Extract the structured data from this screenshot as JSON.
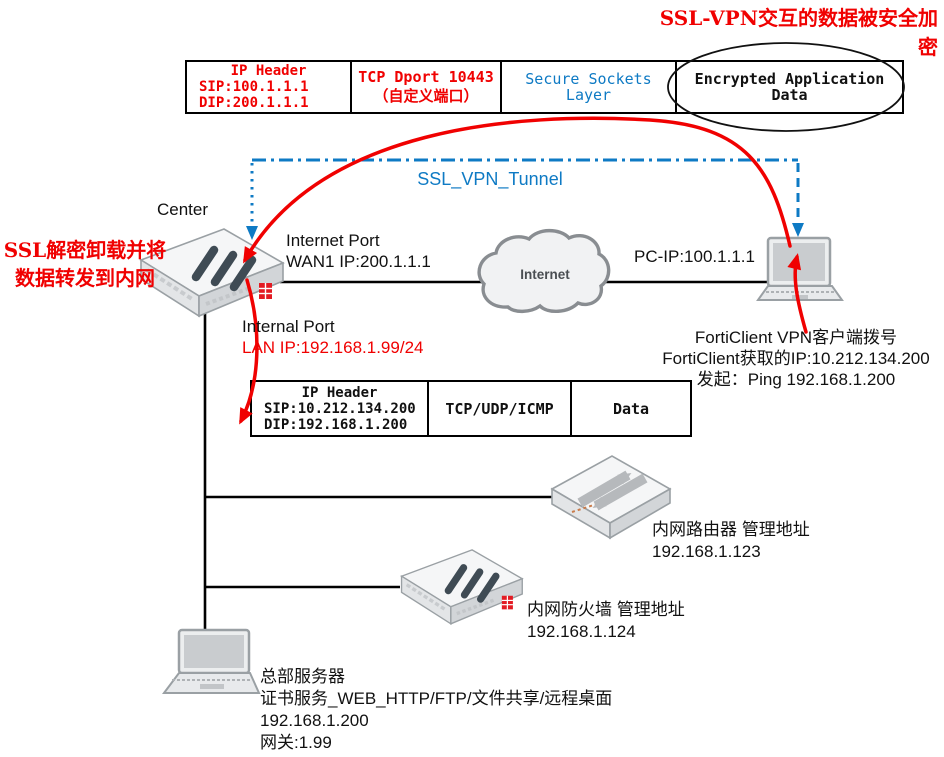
{
  "colors": {
    "accent_red": "#f00101",
    "tunnel_blue": "#0e7ac4",
    "logo_red": "#e31b23"
  },
  "title": "SSL-VPN交互的数据被安全加密",
  "encrypted_packet": {
    "ip_header": [
      "IP Header",
      "SIP:100.1.1.1",
      "DIP:200.1.1.1"
    ],
    "tcp": [
      "TCP Dport 10443",
      "（自定义端口）"
    ],
    "ssl": "Secure Sockets Layer",
    "data": "Encrypted Application Data"
  },
  "tunnel_label": "SSL_VPN_Tunnel",
  "center_firewall": {
    "name": "Center",
    "internet_port": [
      "Internet Port",
      "WAN1 IP:200.1.1.1"
    ],
    "internal_port": [
      "Internal Port",
      "LAN IP:192.168.1.99/24"
    ]
  },
  "left_note": [
    "SSL解密卸载并将",
    "数据转发到内网"
  ],
  "internet_label": "Internet",
  "pc_label": "PC-IP:100.1.1.1",
  "forticlient_note": [
    "FortiClient VPN客户端拨号",
    "FortiClient获取的IP:10.212.134.200",
    "发起：Ping 192.168.1.200"
  ],
  "inner_packet": {
    "ip_header": [
      "IP Header",
      "SIP:10.212.134.200",
      "DIP:192.168.1.200"
    ],
    "protocol": "TCP/UDP/ICMP",
    "data": "Data"
  },
  "router_note": [
    "内网路由器 管理地址",
    "192.168.1.123"
  ],
  "fw2_note": [
    "内网防火墙 管理地址",
    "192.168.1.124"
  ],
  "server_note": [
    "总部服务器",
    "证书服务_WEB_HTTP/FTP/文件共享/远程桌面",
    "192.168.1.200",
    "网关:1.99"
  ]
}
